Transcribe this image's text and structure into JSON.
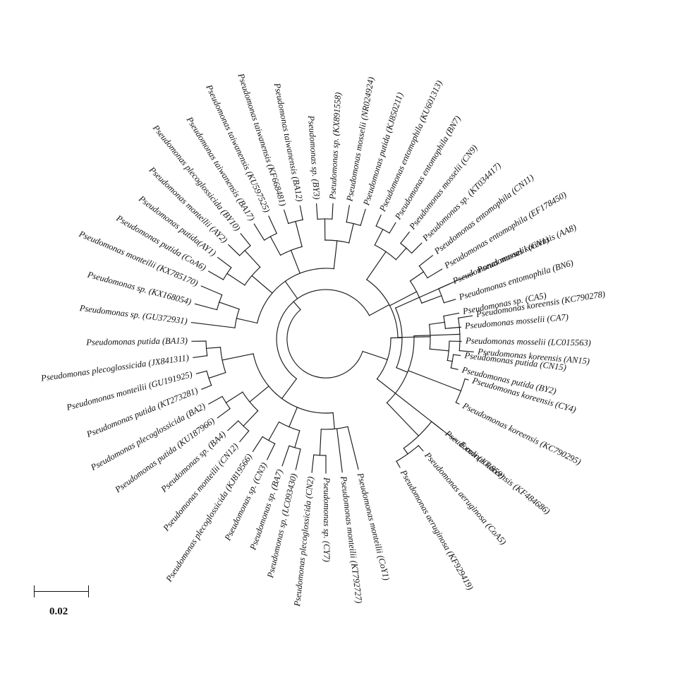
{
  "tree": {
    "type": "circular phylogenetic tree",
    "leaves": [
      "Pseudomonas koreensis (AA8)",
      "Pseudomonas koreensis (KC790278)",
      "Pseudomonas koreensis (AN15)",
      "Pseudomonas koreensis (CY4)",
      "Pseudomonas koreensis (KC790295)",
      "Pseudomonas koreensis (KF484686)",
      "Pseudomonas aeruginosa (CoA5)",
      "Pseudomonas aeruginosa (KF929419)",
      "E.coli (J01859)",
      "Pseudomonas monteilii (CoY1)",
      "Pseudomonas monteilii (KT792727)",
      "Pseudomonas sp. (CY7)",
      "Pseudomonas plecoglossicida (CN2)",
      "Pseudomonas sp. (LC093430)",
      "Pseudomonas sp. (BA7)",
      "Pseudomonas sp. (CN3)",
      "Pseudomonas plecoglossicida (KJ819566)",
      "Pseudomonas monteilii (CN12)",
      "Pseudomonas sp. (BA4)",
      "Pseudomonas putida (KU187966)",
      "Pseudomonas plecoglossicida (BA2)",
      "Pseudomonas putida (KT273281)",
      "Pseudomonas monteilii (GU191925)",
      "Pseudomonas plecoglossicida (JX841311)",
      "Pseudomonas putida (BA13)",
      "Pseudomonas sp. (GU372931)",
      "Pseudomonas sp. (KX168054)",
      "Pseudomonas monteilii (KX785170)",
      "Pseudomonas putida (CoA6)",
      "Pseudomonas putida(AY1)",
      "Pseudomonas monteilii (AY2)",
      "Pseudomonas plecoglossicida (BY10)",
      "Pseudomonas taiwanensis (BA17)",
      "Pseudomonas taiwanensis (KU597525)",
      "Pseudomonas taiwanensis (KF668481)",
      "Pseudomonas taiwanensis (BA12)",
      "Pseudomonas sp. (BY3)",
      "Pseudomonas sp. (KX891558)",
      "Pseudomonas mosselii (NR024924)",
      "Pseudomonas putida (KJ850211)",
      "Pseudomonas entomophila (KU601313)",
      "Pseudomonas entomophila (BN7)",
      "Pseudomonas mosselii (CN9)",
      "Pseudomonas sp. (KT034417)",
      "Pseudomonas entomophila (CN11)",
      "Pseudomonas entomophila (EF178450)",
      "Pseudomonas mosselii (CN1)",
      "Pseudomonas entomophila (BN6)",
      "Pseudomonas sp. (CA5)",
      "Pseudomonas mosselii (CA7)",
      "Pseudomonas mosselii (LC015563)",
      "Pseudomonas putida (CN15)",
      "Pseudomonas putida (BY2)"
    ]
  },
  "scale_bar": {
    "label": "0.02"
  }
}
